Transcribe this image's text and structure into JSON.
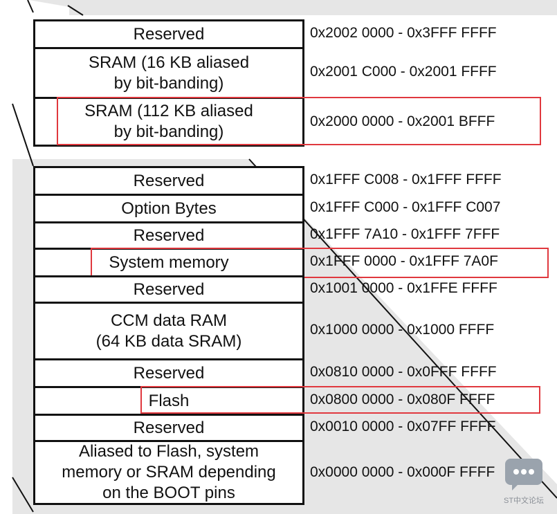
{
  "colors": {
    "highlight": "#e0383e",
    "shade": "#e6e6e6",
    "border": "#111111"
  },
  "upper_block": [
    {
      "label": "Reserved",
      "address": "0x2002 0000 - 0x3FFF FFFF"
    },
    {
      "label": "SRAM (16 KB aliased\nby bit-banding)",
      "address": "0x2001 C000 - 0x2001 FFFF"
    },
    {
      "label": "SRAM (112 KB aliased\nby bit-banding)",
      "address": "0x2000 0000 - 0x2001 BFFF",
      "highlighted": true
    }
  ],
  "lower_block": [
    {
      "label": "Reserved",
      "address": "0x1FFF C008 - 0x1FFF FFFF"
    },
    {
      "label": "Option Bytes",
      "address": "0x1FFF C000 - 0x1FFF C007"
    },
    {
      "label": "Reserved",
      "address": "0x1FFF 7A10 - 0x1FFF 7FFF"
    },
    {
      "label": "System memory",
      "address": "0x1FFF 0000 - 0x1FFF 7A0F",
      "highlighted": true
    },
    {
      "label": "Reserved",
      "address": "0x1001 0000 - 0x1FFE FFFF"
    },
    {
      "label": "CCM data RAM\n(64 KB data SRAM)",
      "address": "0x1000 0000 - 0x1000 FFFF"
    },
    {
      "label": "Reserved",
      "address": "0x0810 0000 - 0x0FFF FFFF"
    },
    {
      "label": "Flash",
      "address": "0x0800 0000 - 0x080F FFFF",
      "highlighted": true
    },
    {
      "label": "Reserved",
      "address": "0x0010 0000 - 0x07FF FFFF"
    },
    {
      "label": "Aliased to Flash, system\nmemory or SRAM depending\non the BOOT pins",
      "address": "0x0000 0000 - 0x000F FFFF"
    }
  ],
  "watermark": {
    "text": "ST中文论坛",
    "icon": "chat-bubble-icon"
  }
}
